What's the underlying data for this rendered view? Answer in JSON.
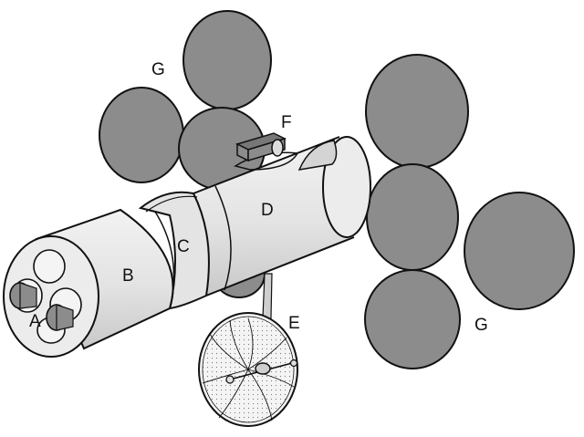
{
  "colors": {
    "background": "#ffffff",
    "panel": "#8c8c8c",
    "hull": "#e6e6e6",
    "hull_shade": "#cfcfcf",
    "outline": "#111111"
  },
  "labels": {
    "a": "A",
    "b": "B",
    "c": "C",
    "d": "D",
    "e": "E",
    "f": "F",
    "g_left": "G",
    "g_right": "G"
  }
}
